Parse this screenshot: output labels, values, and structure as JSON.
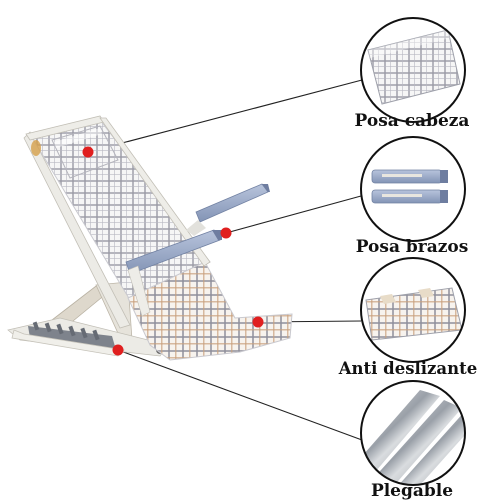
{
  "callouts": {
    "headrest": {
      "label": "Posa cabeza"
    },
    "armrests": {
      "label": "Posa brazos"
    },
    "antislip": {
      "label": "Anti deslizante"
    },
    "folding": {
      "label": "Plegable"
    }
  },
  "colors": {
    "accent_dot": "#e01f1f",
    "frame": "#e9e7e0",
    "armrest": "#9aaac7",
    "plaid_line": "#9a9aa6",
    "plaid_warm": "#c9a27e",
    "circle_border": "#111111"
  }
}
